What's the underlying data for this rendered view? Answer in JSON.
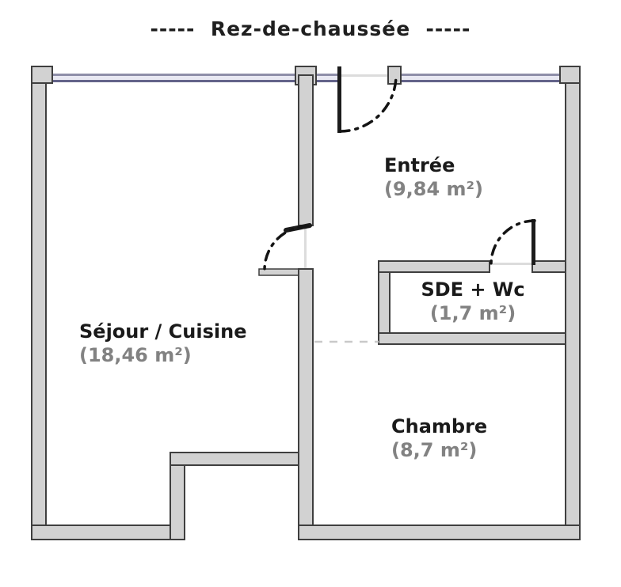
{
  "title": "-----  Rez-de-chaussée  -----",
  "rooms": [
    {
      "name": "Séjour / Cuisine",
      "area": "(18,46 m²)"
    },
    {
      "name": "Entrée",
      "area": "(9,84 m²)"
    },
    {
      "name": "SDE + Wc",
      "area": "(1,7 m²)"
    },
    {
      "name": "Chambre",
      "area": "(8,7 m²)"
    }
  ],
  "colors": {
    "background": "#ffffff",
    "wall_fill": "#d2d2d2",
    "wall_outline": "#3f3f3f",
    "window_line_top": "#8e8ea8",
    "window_line_bottom": "#63638a",
    "window_fill": "#e8e8f2",
    "door_leaf": "#1c1c1c",
    "door_arc": "#141414",
    "threshold": "#dcdcdc",
    "open_boundary_dash": "#c9c9c9",
    "room_name_text": "#1a1a1a",
    "room_area_text": "#828282",
    "title_text": "#1f1f1f"
  }
}
